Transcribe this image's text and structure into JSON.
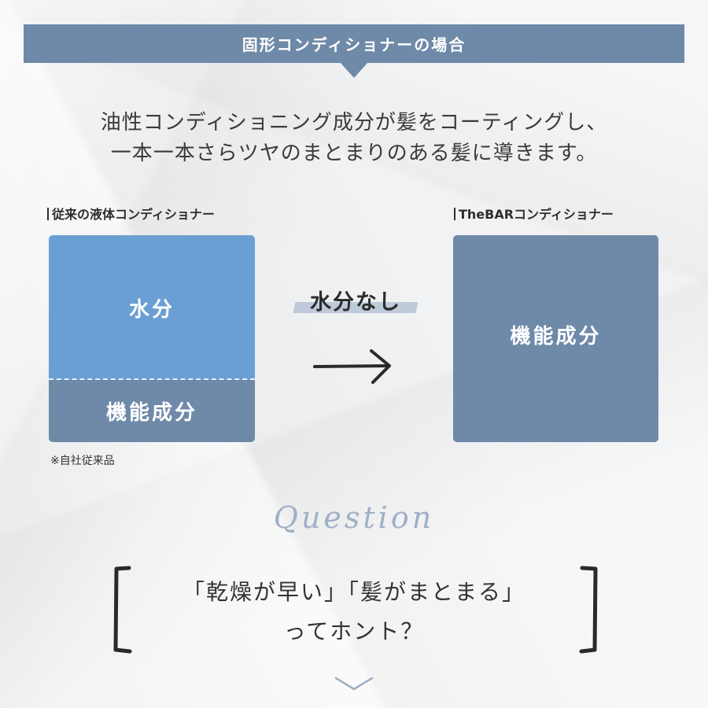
{
  "header": {
    "title": "固形コンディショナーの場合"
  },
  "intro": {
    "line1": "油性コンディショニング成分が髪をコーティングし、",
    "line2": "一本一本さらツヤのまとまりのある髪に導きます。"
  },
  "comparison": {
    "left": {
      "label": "従来の液体コンディショナー",
      "water_label": "水分",
      "func_label": "機能成分",
      "water_color": "#6a9fd3",
      "func_color": "#6f89a8",
      "footnote": "※自社従来品"
    },
    "middle": {
      "label": "水分なし"
    },
    "right": {
      "label": "TheBARコンディショナー",
      "func_label": "機能成分",
      "color": "#6f89a8"
    }
  },
  "question": {
    "script": "Question",
    "line1": "「乾燥が早い」「髪がまとまる」",
    "line2": "ってホント？"
  },
  "icons": {
    "arrow": "right-arrow-icon",
    "chevron": "chevron-down-icon"
  },
  "colors": {
    "banner": "#6f89a8",
    "accent_light": "#9fb0c6"
  }
}
